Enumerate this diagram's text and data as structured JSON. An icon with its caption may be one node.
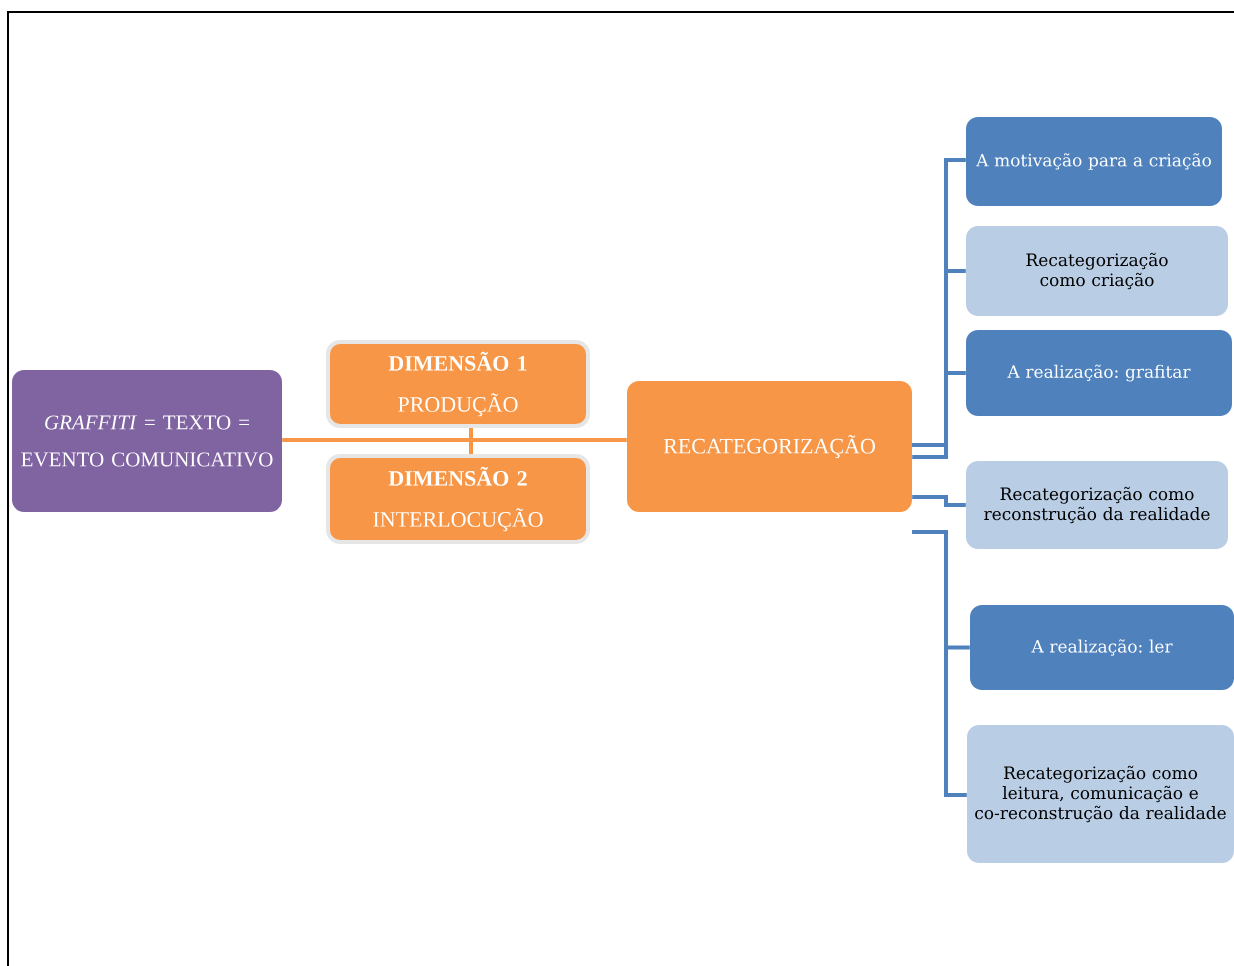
{
  "diagram": {
    "nodes": [
      {
        "text": [
          "*GRAFFITI* = TEXTO = EVENTO COMUNICATIVO"
        ]
      },
      {
        "text": [
          "DIMENSÃO 1",
          "PRODUÇÃO"
        ]
      },
      {
        "text": [
          "DIMENSÃO 2",
          "INTERLOCUÇÃO"
        ]
      },
      {
        "text": [
          "RECATEGORIZAÇÃO"
        ]
      },
      {
        "text": [
          "A motivação para a criação"
        ]
      },
      {
        "text": [
          "Recategorização como criação"
        ]
      },
      {
        "text": [
          "A realização: grafitar"
        ]
      },
      {
        "text": [
          "Recategorização como reconstrução da realidade"
        ]
      },
      {
        "text": [
          "A realização: ler"
        ]
      },
      {
        "text": [
          "Recategorização como leitura, comunicação e co-reconstrução da realidade"
        ]
      }
    ],
    "edges": [
      {
        "from": 0,
        "to": 3,
        "arrow": "none",
        "color": "#f79646"
      },
      {
        "from": 1,
        "to": 2,
        "arrow": "none",
        "color": "#f79646"
      },
      {
        "from": 3,
        "to": 4,
        "arrow": "none"
      },
      {
        "from": 3,
        "to": 5,
        "arrow": "none"
      },
      {
        "from": 3,
        "to": 6,
        "arrow": "none"
      },
      {
        "from": 3,
        "to": 7,
        "arrow": "none"
      },
      {
        "from": 3,
        "to": 8,
        "arrow": "none"
      },
      {
        "from": 3,
        "to": 9,
        "arrow": "none"
      }
    ]
  }
}
